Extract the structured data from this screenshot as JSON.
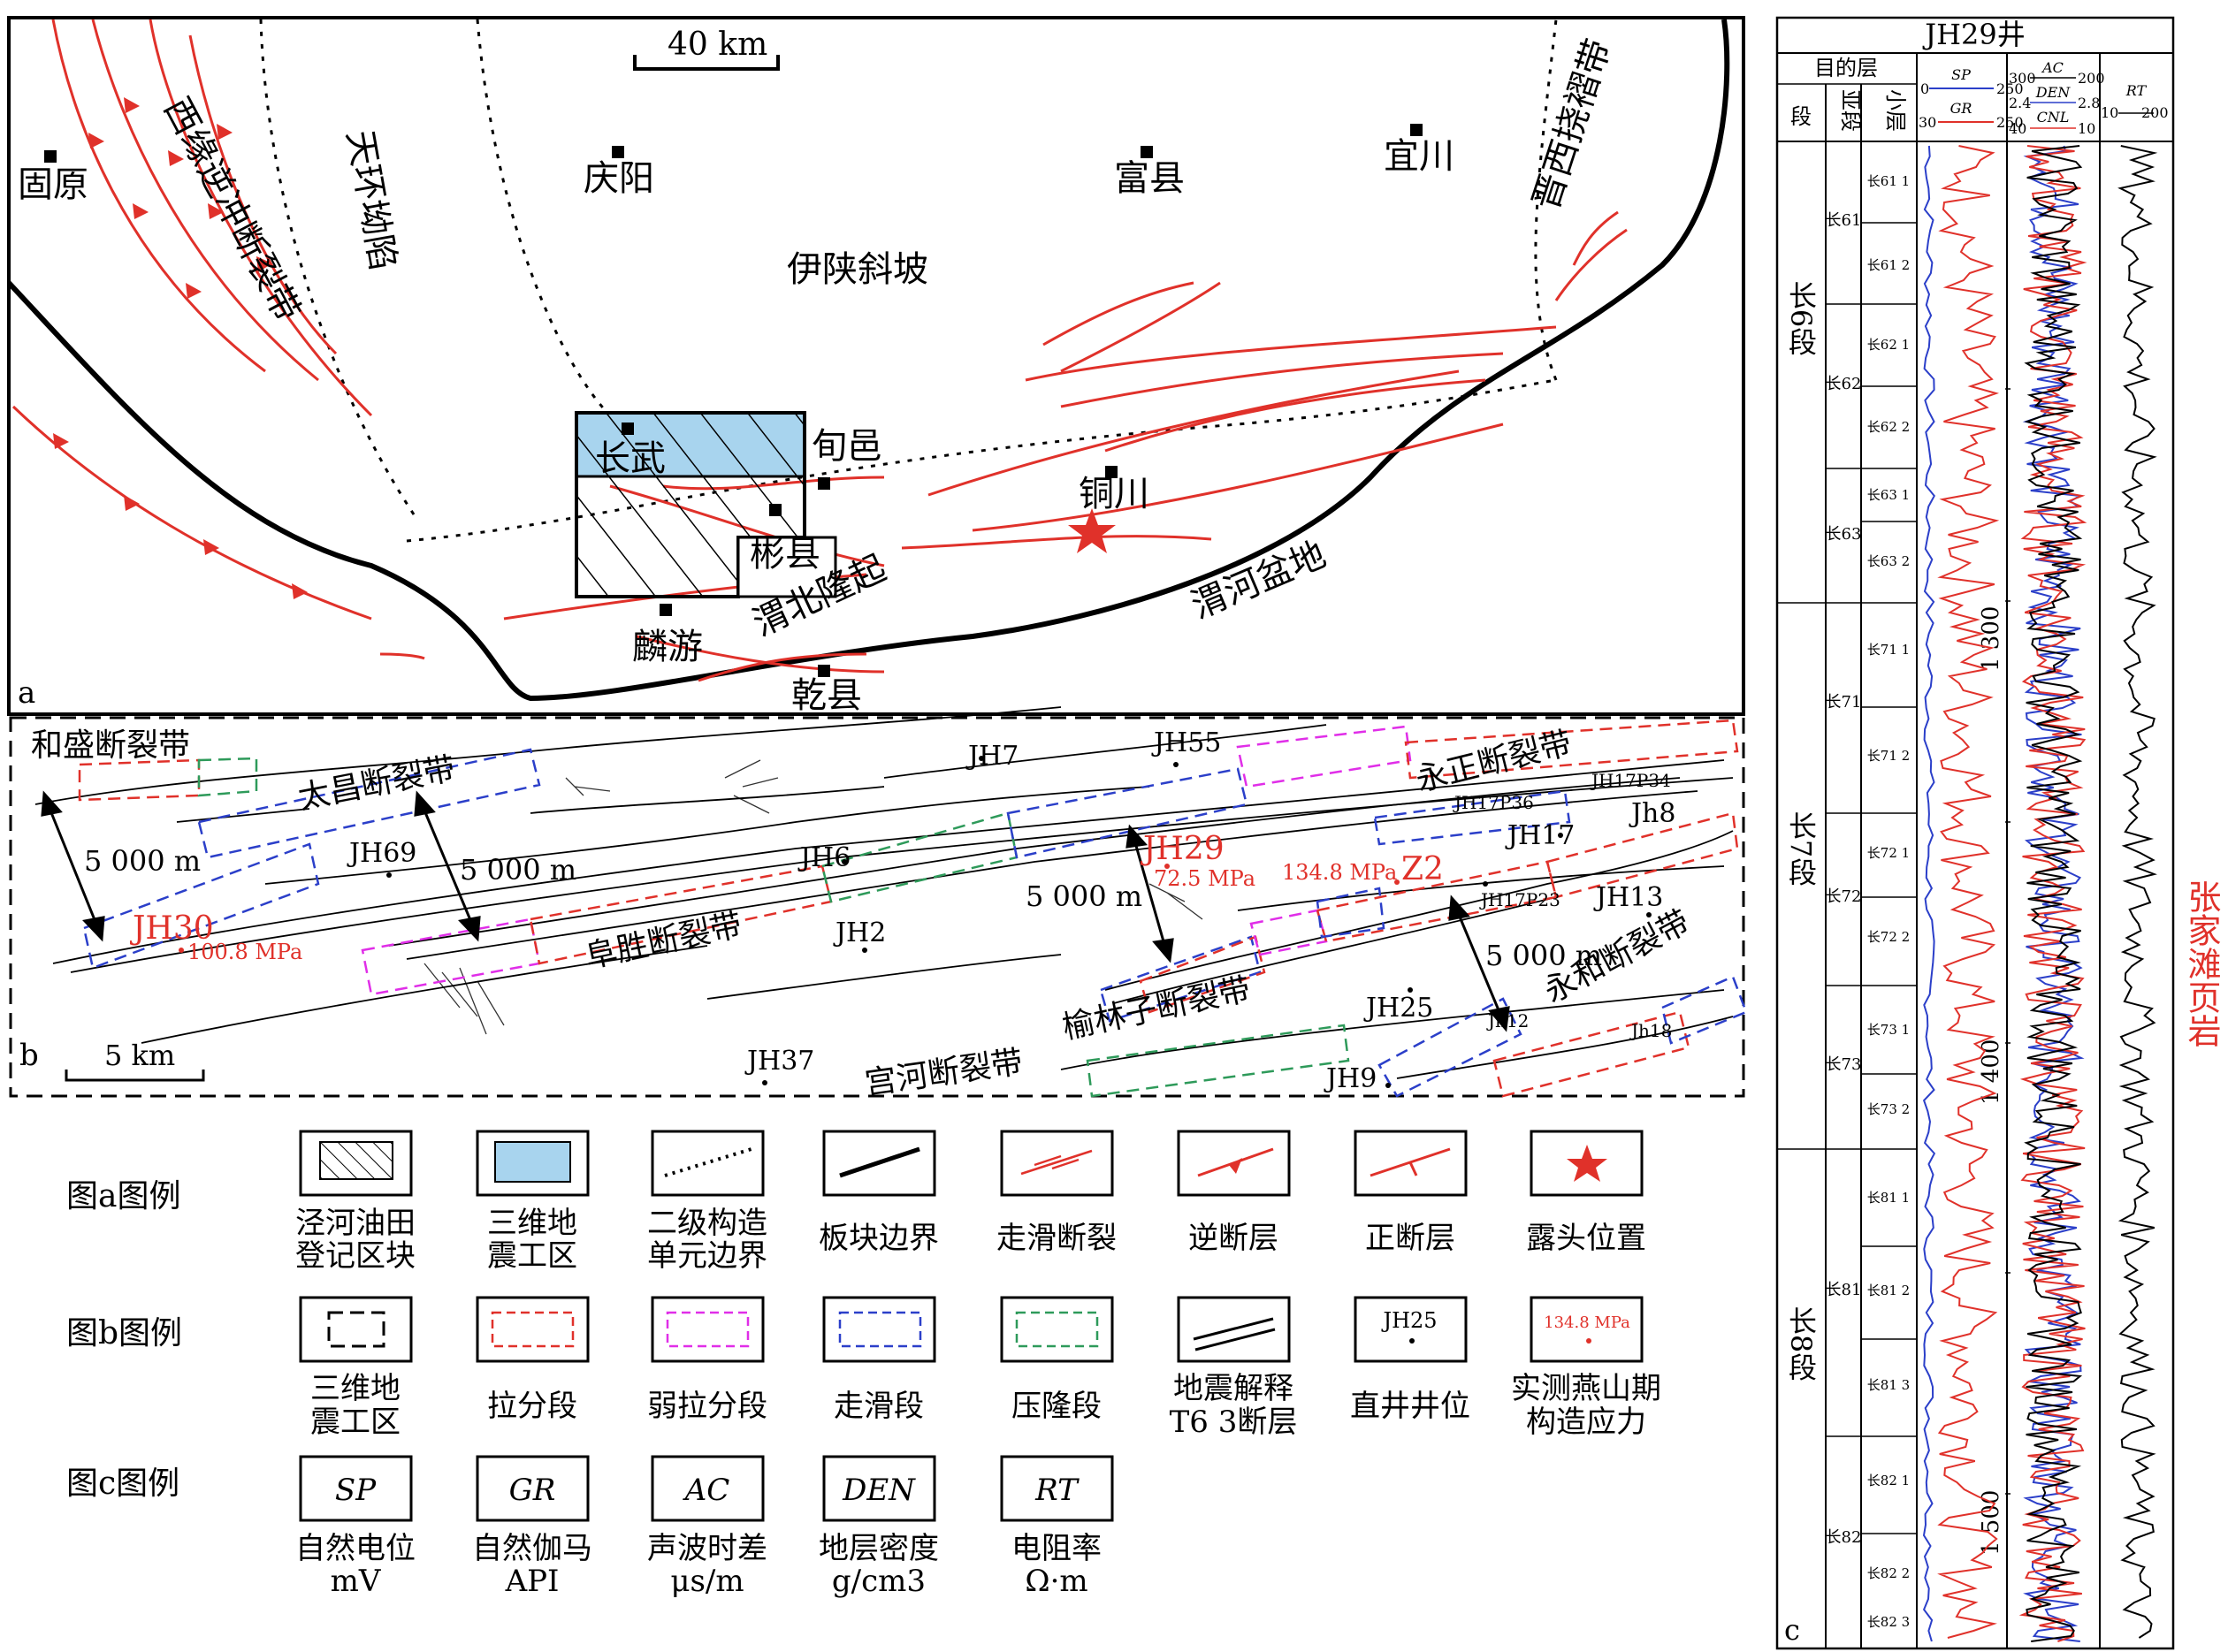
{
  "map_a": {
    "panel_letter": "a",
    "scale_label": "40 km",
    "regions": [
      {
        "id": "west_thrust",
        "text": "西缘逆冲断裂带"
      },
      {
        "id": "tianhuan",
        "text": "天环坳陷"
      },
      {
        "id": "yishan",
        "text": "伊陕斜坡"
      },
      {
        "id": "jinxi",
        "text": "晋西挠褶带"
      },
      {
        "id": "weibei",
        "text": "渭北隆起"
      },
      {
        "id": "weihe",
        "text": "渭河盆地"
      }
    ],
    "cities": [
      {
        "id": "guyuan",
        "text": "固原"
      },
      {
        "id": "qingyang",
        "text": "庆阳"
      },
      {
        "id": "fuxian",
        "text": "富县"
      },
      {
        "id": "yichuan",
        "text": "宜川"
      },
      {
        "id": "changwu",
        "text": "长武"
      },
      {
        "id": "xunyi",
        "text": "旬邑"
      },
      {
        "id": "tongchuan",
        "text": "铜川"
      },
      {
        "id": "binxian",
        "text": "彬县"
      },
      {
        "id": "linyou",
        "text": "麟游"
      },
      {
        "id": "qianxian",
        "text": "乾县"
      }
    ]
  },
  "map_b": {
    "panel_letter": "b",
    "scale_label": "5 km",
    "distance_labels": [
      "5 000 m",
      "5 000 m",
      "5 000 m",
      "5 000 m"
    ],
    "fault_zones": [
      {
        "id": "hesheng",
        "text": "和盛断裂带"
      },
      {
        "id": "taichang",
        "text": "太昌断裂带"
      },
      {
        "id": "fusheng",
        "text": "阜胜断裂带"
      },
      {
        "id": "yonglinzi",
        "text": "榆林子断裂带"
      },
      {
        "id": "gonghe",
        "text": "宫河断裂带"
      },
      {
        "id": "yonghe",
        "text": "永和断裂带"
      },
      {
        "id": "yongzheng",
        "text": "永正断裂带"
      }
    ],
    "wells": [
      "JH7",
      "JH55",
      "JH69",
      "JH6",
      "JH2",
      "JH37",
      "JH25",
      "JH9",
      "JH13",
      "JH17P23",
      "JH17",
      "JH17P34",
      "JH17P36",
      "Jh8",
      "Jh12",
      "Jh18"
    ],
    "stress": [
      {
        "well": "JH30",
        "value": "100.8 MPa"
      },
      {
        "well": "JH29",
        "value": "72.5 MPa"
      },
      {
        "well": "Z2",
        "value": "134.8 MPa"
      }
    ]
  },
  "legend": {
    "row_a_title": "图a图例",
    "row_b_title": "图b图例",
    "row_c_title": "图c图例",
    "row_a_items": [
      {
        "icon": "hatched-block",
        "label": [
          "泾河油田",
          "登记区块"
        ]
      },
      {
        "icon": "blue-rectangle",
        "label": [
          "三维地",
          "震工区"
        ]
      },
      {
        "icon": "dotted-line",
        "label": [
          "二级构造",
          "单元边界"
        ]
      },
      {
        "icon": "thick-black-line",
        "label": [
          "板块边界"
        ]
      },
      {
        "icon": "strike-slip-arrows",
        "label": [
          "走滑断裂"
        ]
      },
      {
        "icon": "thrust-triangle",
        "label": [
          "逆断层"
        ]
      },
      {
        "icon": "normal-fault-tick",
        "label": [
          "正断层"
        ]
      },
      {
        "icon": "red-star",
        "label": [
          "露头位置"
        ]
      }
    ],
    "row_b_items": [
      {
        "icon": "black-dashed-box",
        "label": [
          "三维地",
          "震工区"
        ]
      },
      {
        "icon": "red-dashed-box",
        "label": [
          "拉分段"
        ]
      },
      {
        "icon": "magenta-dashed-box",
        "label": [
          "弱拉分段"
        ]
      },
      {
        "icon": "blue-dashed-box",
        "label": [
          "走滑段"
        ]
      },
      {
        "icon": "green-dashed-box",
        "label": [
          "压隆段"
        ]
      },
      {
        "icon": "double-line",
        "label": [
          "地震解释",
          "T6 3断层"
        ]
      },
      {
        "icon": "well-dot",
        "sample": "JH25",
        "label": [
          "直井井位"
        ]
      },
      {
        "icon": "stress-dot",
        "sample": "134.8 MPa",
        "label": [
          "实测燕山期",
          "构造应力"
        ]
      }
    ],
    "row_c_items": [
      {
        "code": "SP",
        "label": [
          "自然电位",
          "mV"
        ]
      },
      {
        "code": "GR",
        "label": [
          "自然伽马",
          "API"
        ]
      },
      {
        "code": "AC",
        "label": [
          "声波时差",
          "μs/m"
        ]
      },
      {
        "code": "DEN",
        "label": [
          "地层密度",
          "g/cm3"
        ]
      },
      {
        "code": "RT",
        "label": [
          "电阻率",
          "Ω·m"
        ]
      }
    ]
  },
  "well_log_c": {
    "panel_letter": "c",
    "title": "JH29井",
    "header_group": "目的层",
    "col_headers": [
      "段",
      "亚段",
      "小层"
    ],
    "curve_headers": {
      "sp": {
        "name": "SP",
        "min": "0",
        "max": "250"
      },
      "gr": {
        "name": "GR",
        "min": "30",
        "max": "250"
      },
      "ac": {
        "name": "AC",
        "min": "300",
        "max": "200"
      },
      "den": {
        "name": "DEN",
        "min": "2.4",
        "max": "2.8"
      },
      "cnl": {
        "name": "CNL",
        "min": "40",
        "max": "10"
      },
      "rt": {
        "name": "RT",
        "min": "10",
        "max": "200"
      }
    },
    "depth_labels": [
      "1 300",
      "1 400",
      "1 500"
    ],
    "segments": [
      "长6段",
      "长7段",
      "长8段"
    ],
    "subsegments": [
      "长61",
      "长62",
      "长63",
      "长71",
      "长72",
      "长73",
      "长81",
      "长82"
    ],
    "layers": [
      "长61 1",
      "长61 2",
      "长62 1",
      "长62 2",
      "长63 1",
      "长63 2",
      "长71 1",
      "长71 2",
      "长72 1",
      "长72 2",
      "长73 1",
      "长73 2",
      "长81 1",
      "长81 2",
      "长81 3",
      "长82 1",
      "长82 2",
      "长82 3"
    ],
    "shale_label": "张家滩页岩"
  },
  "colors": {
    "fault_red": "#e0312a",
    "blue_area": "#a8d4ee",
    "zone_red": "#e0312a",
    "zone_blue": "#2b3fc9",
    "zone_green": "#2e9a5a",
    "zone_magenta": "#e02ee8"
  }
}
